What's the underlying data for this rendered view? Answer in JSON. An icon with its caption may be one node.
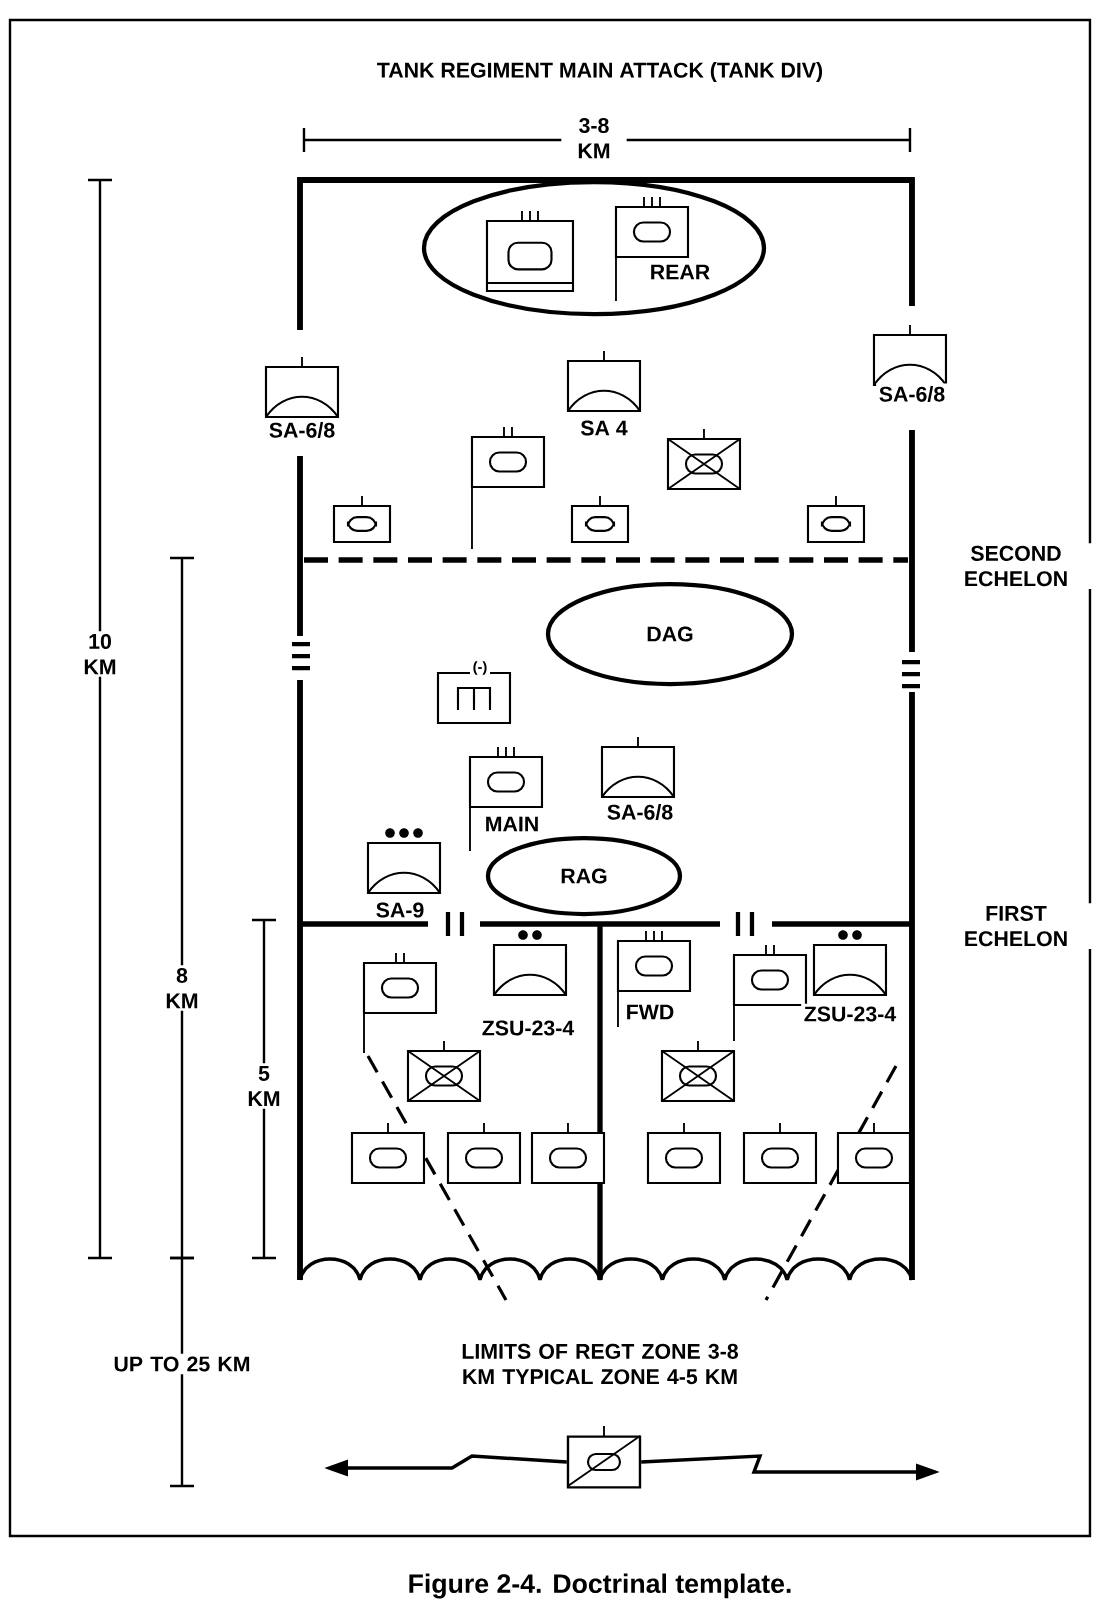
{
  "diagram": {
    "title": "TANK REGIMENT MAIN ATTACK (TANK DIV)",
    "caption": "Figure 2-4.   Doctrinal template.",
    "nodes": [
      {
        "text": [],
        "shape": "ellipse"
      },
      {
        "text": [
          "DAG"
        ]
      },
      {
        "text": [
          "RAG"
        ]
      },
      {
        "text": [],
        "shape": "box"
      }
    ],
    "edges": [
      {
        "from": 3,
        "to": null,
        "arrow": "to"
      },
      {
        "from": 3,
        "to": null,
        "arrow": "to"
      }
    ],
    "labels": [
      "3-8 KM",
      "REAR",
      "SA-6/8",
      "SA-6/8",
      "SA 4",
      "SECOND ECHELON",
      "10 KM",
      "(-)",
      "MAIN",
      "SA-6/8",
      "SA-9",
      "FIRST ECHELON",
      "8 KM",
      "FWD",
      "ZSU-23-4",
      "ZSU-23-4",
      "5 KM",
      "UP TO 25 KM",
      "LIMITS OF REGT ZONE 3-8 KM TYPICAL ZONE 4-5 KM"
    ]
  }
}
